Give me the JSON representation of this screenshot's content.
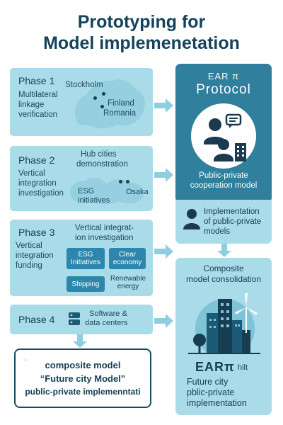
{
  "title_line1": "Prototyping for",
  "title_line2": "Model implemenetation",
  "phases": [
    {
      "label": "Phase 1",
      "subtitle_lines": [
        "Multilateral",
        "linkage",
        "verification"
      ],
      "places": [
        "Stockholm",
        "Finland",
        "Romania"
      ]
    },
    {
      "label": "Phase 2",
      "subtitle_lines": [
        "Vertical",
        "integration",
        "investigation"
      ],
      "heading_lines": [
        "Hub cities",
        "demonstration"
      ],
      "tags": [
        "ESG",
        "initiatives",
        "Osaka"
      ]
    },
    {
      "label": "Phase 3",
      "subtitle_lines": [
        "Vertical",
        "integration",
        "funding"
      ],
      "heading_lines": [
        "Vertical integrat-",
        "ion investigation"
      ],
      "chips": [
        {
          "lines": [
            "ESG",
            "Initiatives"
          ]
        },
        {
          "lines": [
            "Clear",
            "economy"
          ]
        },
        {
          "lines": [
            "Shipping"
          ]
        }
      ],
      "renewable_lines": [
        "Renewable",
        "energy"
      ]
    },
    {
      "label": "Phase 4",
      "detail_lines": [
        "Software &",
        "data centers"
      ]
    }
  ],
  "result_box": {
    "lines": [
      "composite model",
      "“Future city Model”",
      "public-private implemenntati"
    ]
  },
  "protocol": {
    "line1": "EAR π",
    "line2": "Protocol",
    "caption_lines": [
      "Public-private",
      "cooperation model"
    ],
    "implementation_lines": [
      "Implementation",
      "of public-private",
      "models"
    ]
  },
  "consolidation": {
    "heading_lines": [
      "Composite",
      "model consolidation"
    ],
    "badge": "EARπ",
    "badge_suffix": "hilt",
    "lines": [
      "Future city",
      "pblic-private",
      "implementation"
    ]
  },
  "colors": {
    "light_panel": "#a9dbe9",
    "dark_panel": "#2f7f9d",
    "chip": "#2d86ab",
    "arrow": "#8ecfdf",
    "text": "#143f55"
  },
  "icons": [
    "person-chat-icon",
    "building-icon",
    "person-icon",
    "server-icon",
    "city-skyline-icon",
    "wind-turbine-icon",
    "tree-icon",
    "map-icon",
    "dots-icon"
  ]
}
